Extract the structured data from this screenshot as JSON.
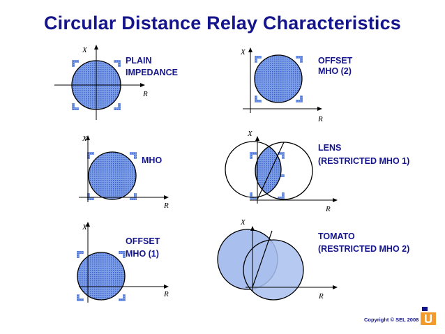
{
  "title": "Circular Distance Relay Characteristics",
  "colors": {
    "title": "#14148c",
    "fill_pattern": "#5a7fdc",
    "fill_solid": "#a9c0ef",
    "logo": "#f29b2c"
  },
  "axes": {
    "x_label": "X",
    "r_label": "R"
  },
  "diagrams": {
    "plain_impedance": {
      "label_line1": "PLAIN",
      "label_line2": "IMPEDANCE"
    },
    "offset_mho_2": {
      "label_line1": "OFFSET",
      "label_line2": "MHO (2)"
    },
    "mho": {
      "label_line1": "MHO"
    },
    "lens": {
      "label_line1": "LENS",
      "label_line2": "(RESTRICTED MHO 1)"
    },
    "offset_mho_1": {
      "label_line1": "OFFSET",
      "label_line2": "MHO (1)"
    },
    "tomato": {
      "label_line1": "TOMATO",
      "label_line2": "(RESTRICTED MHO 2)"
    }
  },
  "footer": {
    "copyright": "Copyright © SEL 2008"
  },
  "logo_icon": "sel-university-logo-icon"
}
